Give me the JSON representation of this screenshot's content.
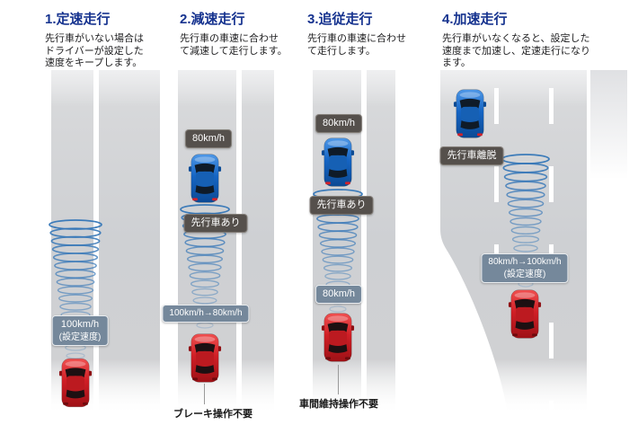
{
  "figure": "adaptive-cruise-control-explainer",
  "colors": {
    "title_blue": "#16338f",
    "road_gray": "#d0d1d3",
    "label_dark_bg": "#55504c",
    "label_blue_bg": "#75889b",
    "radar_blue": "#3476b7",
    "lead_car_blue": "#1565c4",
    "own_car_red": "#d01f26",
    "note_text": "#161616"
  },
  "panels": [
    {
      "title": "1.定速走行",
      "description": "先行車がいない場合は\nドライバーが設定した\n速度をキープします。",
      "labels": {
        "set_speed": "100km/h",
        "set_speed_sub": "(設定速度)"
      }
    },
    {
      "title": "2.減速走行",
      "description": "先行車の車速に合わせ\nて減速して走行します。",
      "labels": {
        "lead_speed": "80km/h",
        "status": "先行車あり",
        "speed_change": "100km/h→80km/h"
      },
      "note": "ブレーキ操作不要"
    },
    {
      "title": "3.追従走行",
      "description": "先行車の車速に合わせ\nて走行します。",
      "labels": {
        "lead_speed": "80km/h",
        "status": "先行車あり",
        "own_speed": "80km/h"
      },
      "note": "車間維持操作不要"
    },
    {
      "title": "4.加速走行",
      "description": "先行車がいなくなると、設定した\n速度まで加速し、定速走行になり\nます。",
      "labels": {
        "status": "先行車離脱",
        "speed_change": "80km/h→100km/h",
        "speed_change_sub": "(設定速度)"
      }
    }
  ]
}
